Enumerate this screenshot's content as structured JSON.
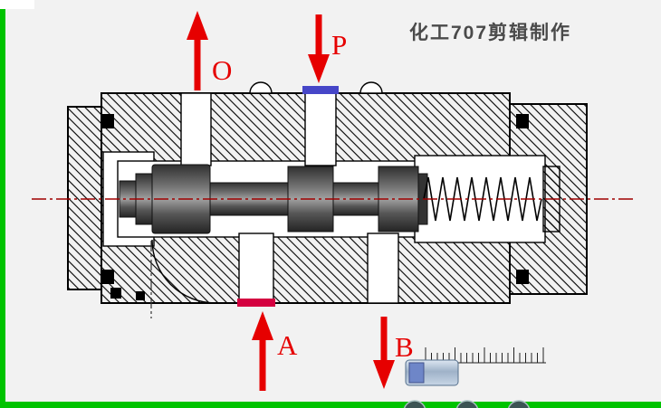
{
  "watermark": {
    "text": "化工707剪辑制作"
  },
  "ports": {
    "o": {
      "label": "O",
      "flow": "up"
    },
    "p": {
      "label": "P",
      "flow": "down"
    },
    "a": {
      "label": "A",
      "flow": "up"
    },
    "b": {
      "label": "B",
      "flow": "down"
    }
  },
  "colors": {
    "background": "#f2f2f2",
    "frame": "#00c300",
    "arrow": "#e60000",
    "label": "#e60000",
    "port_p_marker": "#4646c8",
    "port_a_marker": "#d40040",
    "centerline": "#a00000",
    "watermark": "#4a4a4a",
    "spool": "#3a3a3a"
  },
  "player": {
    "slider": {
      "icon": "timeline-slider-handle"
    },
    "buttons": [
      {
        "icon": "round-control-button"
      },
      {
        "icon": "round-control-button"
      },
      {
        "icon": "round-control-button"
      }
    ]
  }
}
